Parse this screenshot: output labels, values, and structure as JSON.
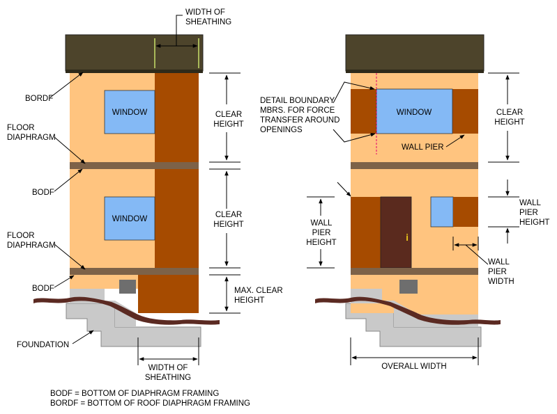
{
  "colors": {
    "roof": "#4d442b",
    "roof_edge": "#2f2a1a",
    "wall": "#ffc47f",
    "pier": "#a64b00",
    "window": "#84b9f5",
    "band": "#7d6248",
    "door": "#5a2a1e",
    "vent": "#6e6e6e",
    "foundation": "#c9c9c9",
    "ground": "#5b2a22",
    "knob": "#e6c21a",
    "line": "#000000",
    "boundary": "#e0006e",
    "sheath_tick": "#c8e06a"
  },
  "left_building": {
    "width_of_sheathing_top": [
      "WIDTH OF",
      "SHEATHING"
    ],
    "window_upper": "WINDOW",
    "window_lower": "WINDOW",
    "clear_height_upper": [
      "CLEAR",
      "HEIGHT"
    ],
    "clear_height_lower": [
      "CLEAR",
      "HEIGHT"
    ],
    "max_clear_height": [
      "MAX. CLEAR",
      "HEIGHT"
    ],
    "bordf": "BORDF",
    "floor_diaphragm_upper": [
      "FLOOR",
      "DIAPHRAGM"
    ],
    "bodf_upper": "BODF",
    "floor_diaphragm_lower": [
      "FLOOR",
      "DIAPHRAGM"
    ],
    "bodf_lower": "BODF",
    "foundation": "FOUNDATION",
    "width_of_sheathing_bottom": [
      "WIDTH OF",
      "SHEATHING"
    ]
  },
  "right_building": {
    "detail_boundary": [
      "DETAIL BOUNDARY",
      "MBRS. FOR FORCE",
      "TRANSFER AROUND",
      "OPENINGS"
    ],
    "window": "WINDOW",
    "wall_pier": "WALL PIER",
    "clear_height": [
      "CLEAR",
      "HEIGHT"
    ],
    "wall_pier_height_left": [
      "WALL",
      "PIER",
      "HEIGHT"
    ],
    "wall_pier_height_right": [
      "WALL",
      "PIER",
      "HEIGHT"
    ],
    "wall_pier_width": [
      "WALL",
      "PIER",
      "WIDTH"
    ],
    "door_knob": "i",
    "overall_width": "OVERALL WIDTH"
  },
  "legend": [
    "BODF = BOTTOM OF DIAPHRAGM FRAMING",
    "BORDF = BOTTOM OF ROOF DIAPHRAGM FRAMING"
  ]
}
